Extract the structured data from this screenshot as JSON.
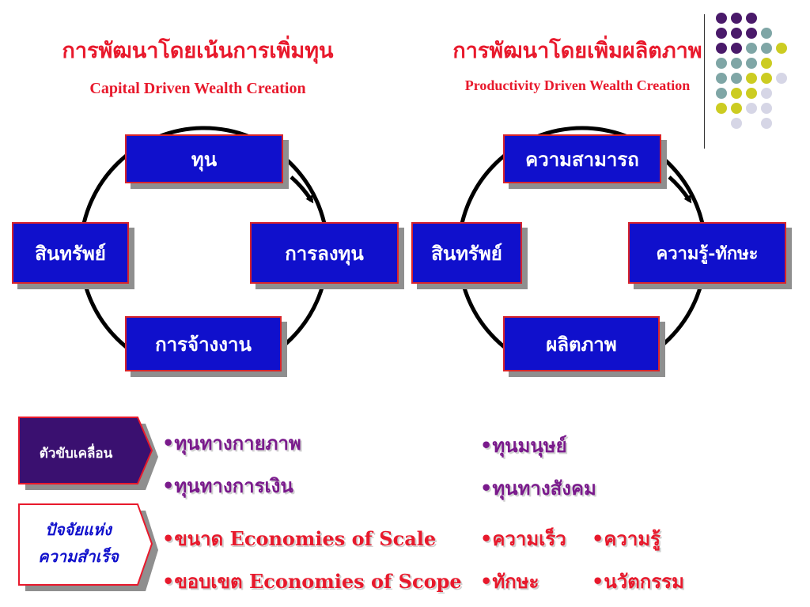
{
  "left": {
    "title_th": "การพัฒนาโดยเน้นการเพิ่มทุน",
    "title_en": "Capital Driven Wealth Creation",
    "nodes": {
      "top": "ทุน",
      "right": "การลงทุน",
      "bottom": "การจ้างงาน",
      "left": "สินทรัพย์"
    }
  },
  "right": {
    "title_th": "การพัฒนาโดยเพิ่มผลิตภาพ",
    "title_en": "Productivity Driven Wealth Creation",
    "nodes": {
      "top": "ความสามารถ",
      "right": "ความรู้-ทักษะ",
      "bottom": "ผลิตภาพ",
      "left": "สินทรัพย์"
    }
  },
  "drivers": {
    "label": "ตัวขับเคลื่อน",
    "left_items": [
      "•ทุนทางกายภาพ",
      "•ทุนทางการเงิน"
    ],
    "right_items": [
      "•ทุนมนุษย์",
      "•ทุนทางสังคม"
    ]
  },
  "success": {
    "label_line1": "ปัจจัยแห่ง",
    "label_line2": "ความสำเร็จ",
    "left_items": [
      "•ขนาด Economies of Scale",
      "•ขอบเขต Economies of Scope"
    ],
    "mid_items": [
      "•ความเร็ว",
      "•ทักษะ"
    ],
    "right_items": [
      "•ความรู้",
      "•นวัตกรรม"
    ]
  },
  "colors": {
    "title_red": "#e8192c",
    "box_blue": "#1010cc",
    "bullet_purple": "#7a1a8c",
    "driver_tag": "#3a1070",
    "dot_purple": "#4a1a6a",
    "dot_teal": "#7fa6a6",
    "dot_yellow": "#cccc22",
    "dot_lavender": "#d6d6e6"
  }
}
